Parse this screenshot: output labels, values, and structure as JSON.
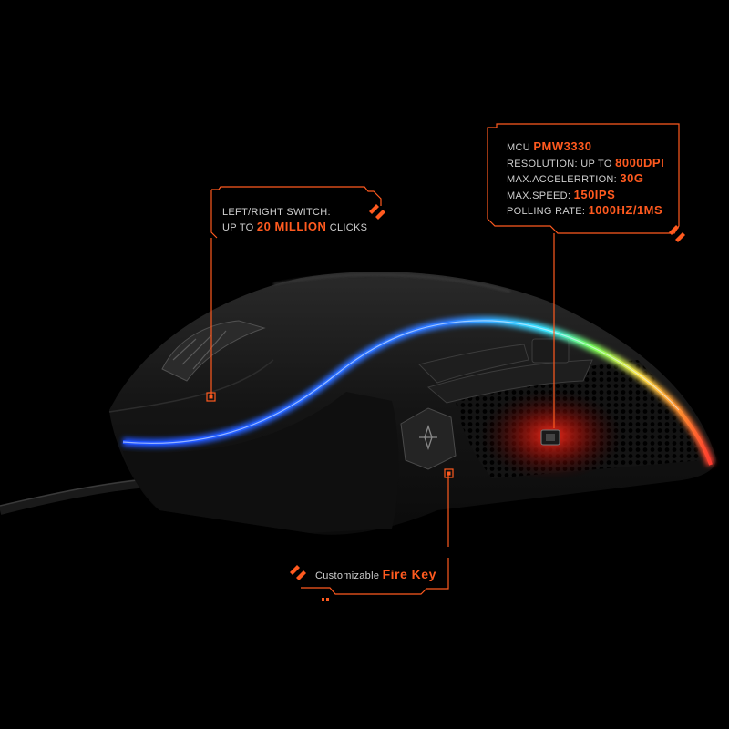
{
  "colors": {
    "background": "#000000",
    "accent": "#ff5a1f",
    "label_text": "#cfcfcf",
    "rgb_blue": "#2f7bff",
    "rgb_green": "#7dff5a",
    "rgb_yellow": "#ffe14a",
    "rgb_red": "#ff3b2f",
    "mouse_body": "#161616"
  },
  "callouts": {
    "switch": {
      "line1": "LEFT/RIGHT SWITCH:",
      "prefix": "UP TO ",
      "highlight": "20 MILLION",
      "suffix": " CLICKS"
    },
    "specs": [
      {
        "label": "MCU ",
        "value": "PMW3330"
      },
      {
        "label": "RESOLUTION: UP TO ",
        "value": "8000DPI"
      },
      {
        "label": "MAX.ACCELERRTION: ",
        "value": "30G"
      },
      {
        "label": "MAX.SPEED: ",
        "value": "150IPS"
      },
      {
        "label": "POLLING RATE: ",
        "value": "1000HZ/1MS"
      }
    ],
    "fire_key": {
      "prefix": "Customizable ",
      "highlight": "Fire Key"
    }
  },
  "icons": [
    "chevron-double-icon",
    "sensor-chip-icon",
    "fire-key-star-icon"
  ]
}
